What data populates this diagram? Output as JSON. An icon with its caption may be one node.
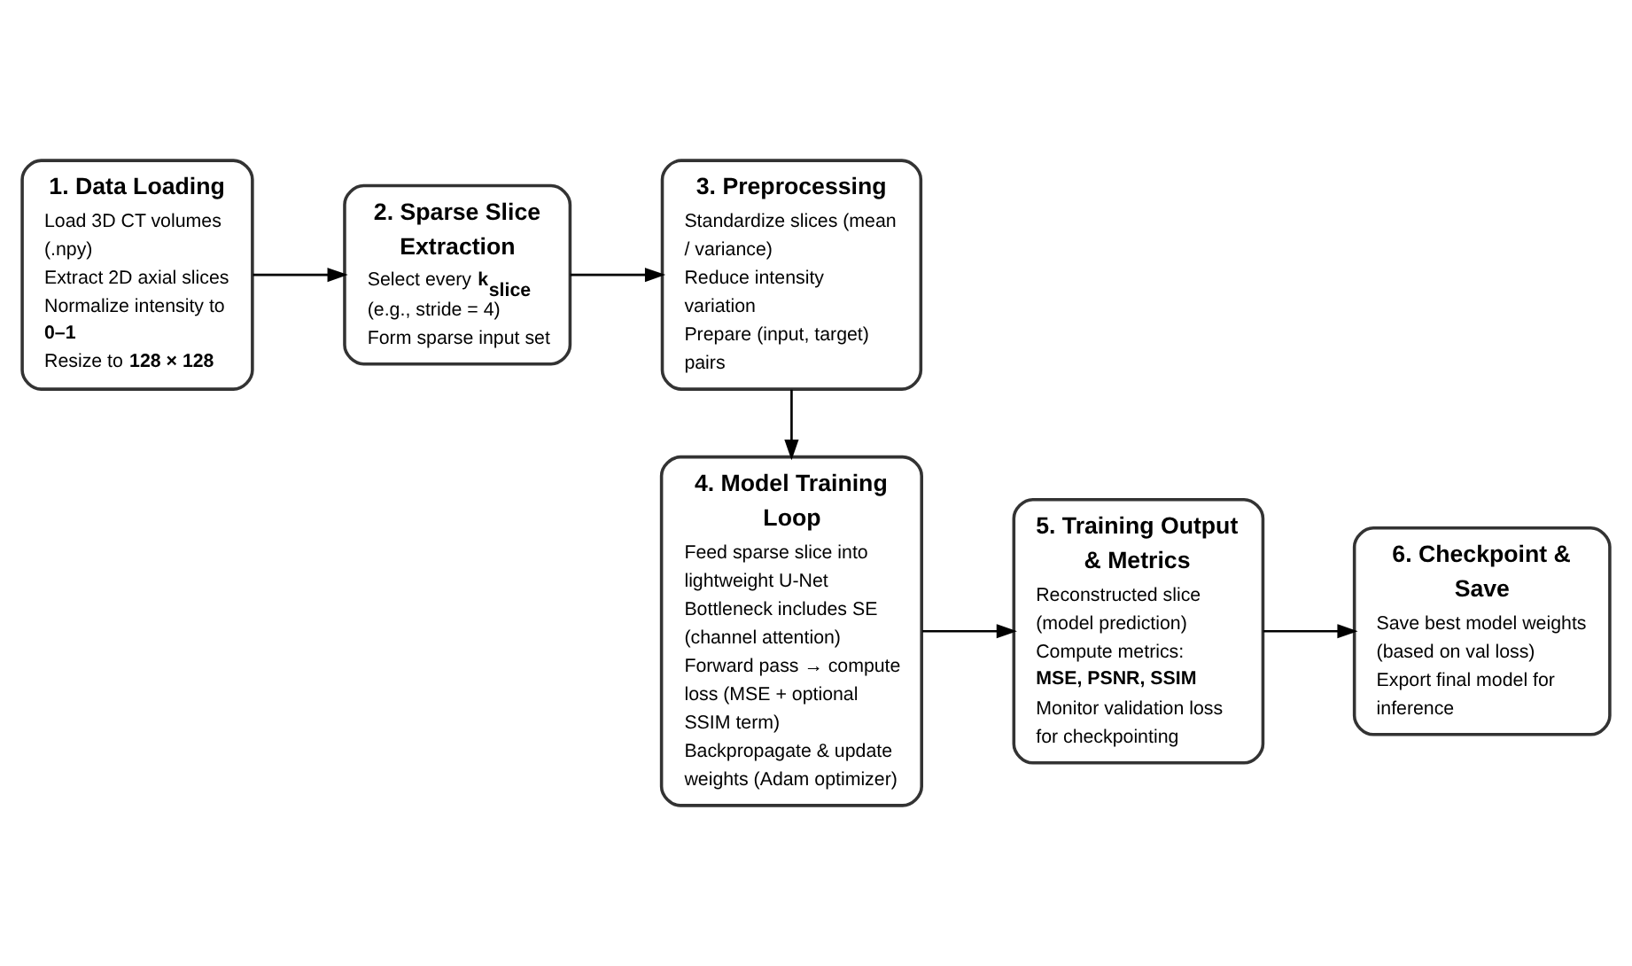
{
  "diagram": {
    "nodes": [
      {
        "text": [
          "1. Data Loading",
          "Load 3D CT volumes (.npy)",
          "Extract 2D axial slices",
          "Normalize intensity to **0–1**",
          "Resize to **128 × 128**"
        ]
      },
      {
        "text": [
          "2. Sparse Slice Extraction",
          "Select every **k$_{slice}$** (e.g., stride = 4)",
          "Form sparse input set"
        ]
      },
      {
        "text": [
          "3. Preprocessing",
          "Standardize slices (mean / variance)",
          "Reduce intensity variation",
          "Prepare (input, target) pairs"
        ]
      },
      {
        "text": [
          "4. Model Training Loop",
          "Feed sparse slice into lightweight U-Net",
          "Bottleneck includes SE (channel attention)",
          "Forward pass → compute loss (MSE + optional SSIM term)",
          "Backpropagate & update weights (Adam optimizer)"
        ]
      },
      {
        "text": [
          "5. Training Output & Metrics",
          "Reconstructed slice (model prediction)",
          "Compute metrics: **MSE, PSNR, SSIM**",
          "Monitor validation loss for checkpointing"
        ]
      },
      {
        "text": [
          "6. Checkpoint & Save",
          "Save best model weights (based on val loss)",
          "Export final model for inference"
        ]
      }
    ],
    "edges": [
      {
        "from": 0,
        "to": 1,
        "arrow": "to"
      },
      {
        "from": 1,
        "to": 2,
        "arrow": "to"
      },
      {
        "from": 2,
        "to": 3,
        "arrow": "to"
      },
      {
        "from": 3,
        "to": 4,
        "arrow": "to"
      },
      {
        "from": 4,
        "to": 5,
        "arrow": "to"
      }
    ]
  }
}
